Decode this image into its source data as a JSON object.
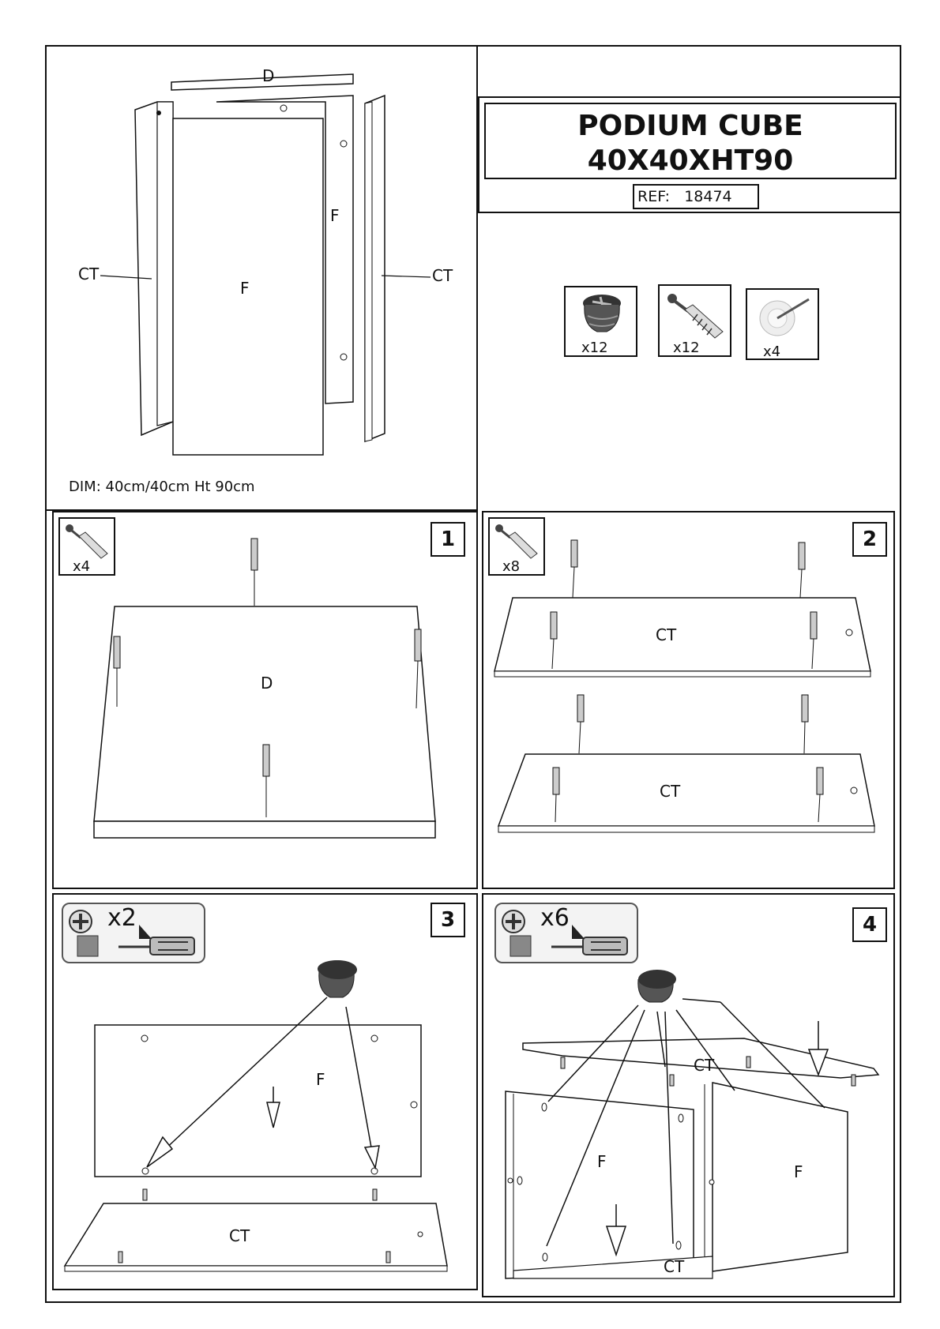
{
  "title": {
    "line1": "PODIUM CUBE",
    "line2": "40X40XHT90"
  },
  "ref": {
    "label": "REF:",
    "value": "18474"
  },
  "dimensions": "DIM: 40cm/40cm Ht 90cm",
  "overview_labels": {
    "top": "D",
    "front": "F",
    "back": "F",
    "left": "CT",
    "right": "CT"
  },
  "parts": [
    {
      "icon": "cam-lock-nut-icon",
      "qty": "x12"
    },
    {
      "icon": "cam-bolt-icon",
      "qty": "x12"
    },
    {
      "icon": "felt-pad-nail-icon",
      "qty": "x4"
    }
  ],
  "steps": [
    {
      "number": "1",
      "part_qty": "x4",
      "panel_labels": [
        "D"
      ]
    },
    {
      "number": "2",
      "part_qty": "x8",
      "panel_labels": [
        "CT",
        "CT"
      ]
    },
    {
      "number": "3",
      "tool_qty": "x2",
      "panel_labels": [
        "F",
        "CT"
      ]
    },
    {
      "number": "4",
      "tool_qty": "x6",
      "panel_labels": [
        "CT",
        "F",
        "F",
        "CT"
      ]
    }
  ]
}
